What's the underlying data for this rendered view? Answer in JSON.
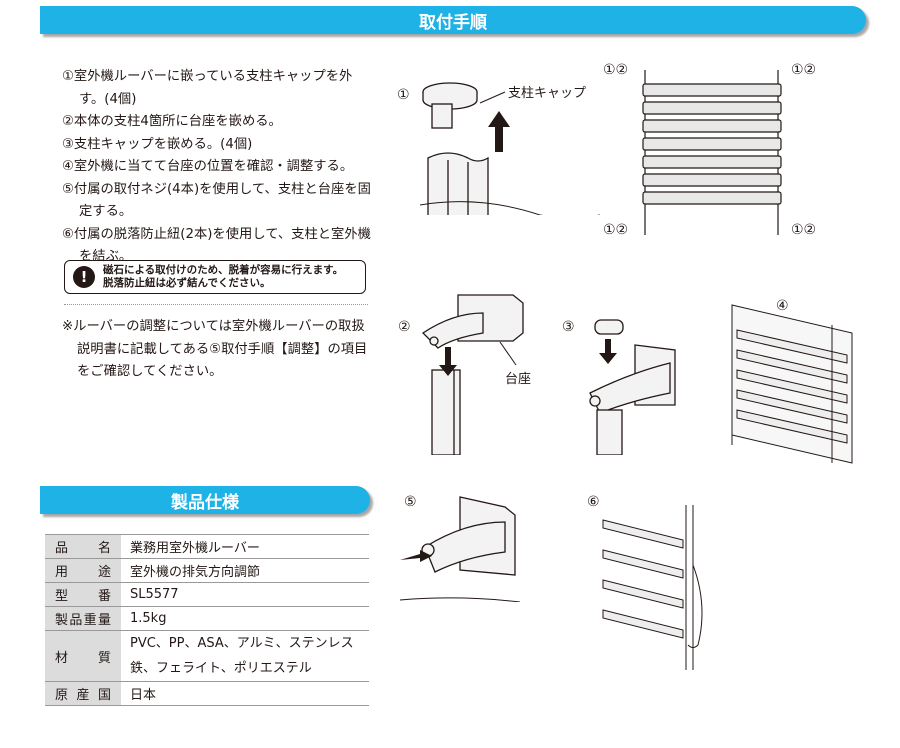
{
  "headers": {
    "steps": "取付手順",
    "spec": "製品仕様"
  },
  "steps": [
    "①室外機ルーバーに嵌っている支柱キャップを外す。(4個)",
    "②本体の支柱4箇所に台座を嵌める。",
    "③支柱キャップを嵌める。(4個)",
    "④室外機に当てて台座の位置を確認・調整する。",
    "⑤付属の取付ネジ(4本)を使用して、支柱と台座を固定する。",
    "⑥付属の脱落防止紐(2本)を使用して、支柱と室外機を結ぶ。"
  ],
  "warning": {
    "icon": "exclamation-icon",
    "line1": "磁石による取付けのため、脱着が容易に行えます。",
    "line2": "脱落防止紐は必ず結んでください。"
  },
  "note": "※ルーバーの調整については室外機ルーバーの取扱説明書に記載してある⑤取付手順【調整】の項目をご確認してください。",
  "figures": {
    "fig1_num": "①",
    "cap_label": "支柱キャップ",
    "louver_corner": "①②",
    "fig2_num": "②",
    "base_label": "台座",
    "fig3_num": "③",
    "fig4_num": "④",
    "fig5_num": "⑤",
    "fig6_num": "⑥"
  },
  "spec": {
    "name_k": "品名",
    "name_v": "業務用室外機ルーバー",
    "use_k": "用途",
    "use_v": "室外機の排気方向調節",
    "model_k": "型番",
    "model_v": "SL5577",
    "weight_k": "製品重量",
    "weight_v": "1.5kg",
    "material_k": "材質",
    "material_v1": "PVC、PP、ASA、アルミ、ステンレス",
    "material_v2": "鉄、フェライト、ポリエステル",
    "origin_k": "原産国",
    "origin_v": "日本"
  }
}
